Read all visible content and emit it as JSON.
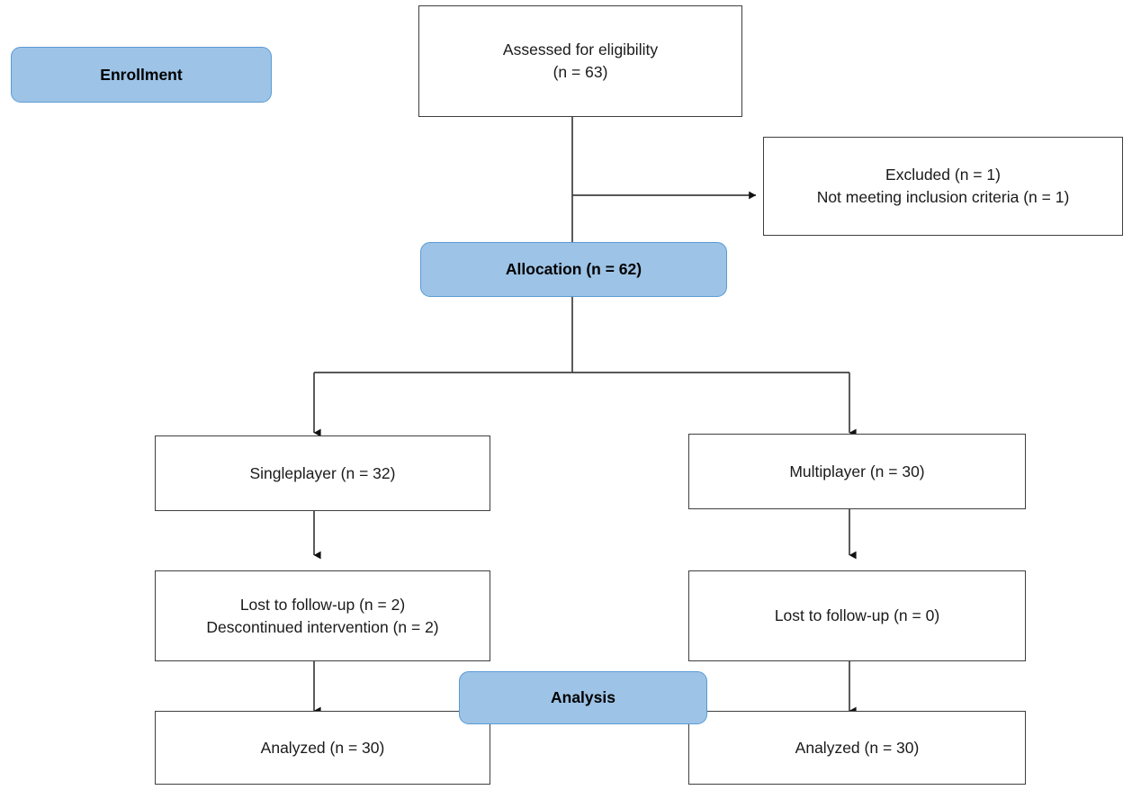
{
  "diagram": {
    "title": "CONSORT participant flow diagram",
    "colors": {
      "badge_fill": "#9DC3E6",
      "badge_border": "#5B9BD5",
      "box_border": "#3F3F3F",
      "background": "#FFFFFF",
      "text": "#1A1A1A"
    },
    "stages": {
      "enrollment": "Enrollment",
      "allocation": "Allocation (n = 62)",
      "analysis": "Analysis"
    },
    "boxes": {
      "assessed": {
        "line1": "Assessed for eligibility",
        "line2": "(n = 63)"
      },
      "excluded": {
        "line1": "Excluded (n = 1)",
        "line2": "Not meeting inclusion criteria (n = 1)"
      },
      "singleplayer": {
        "line1": "Singleplayer (n = 32)"
      },
      "multiplayer": {
        "line1": "Multiplayer (n = 30)"
      },
      "singleplayer_followup": {
        "line1": "Lost to follow-up  (n = 2)",
        "line2": "Descontinued intervention  (n = 2)"
      },
      "multiplayer_followup": {
        "line1": "Lost to follow-up  (n = 0)"
      },
      "singleplayer_analyzed": {
        "line1": "Analyzed  (n = 30)"
      },
      "multiplayer_analyzed": {
        "line1": "Analyzed  (n = 30)"
      }
    },
    "chart_data": {
      "type": "diagram",
      "flow": "CONSORT",
      "nodes": [
        {
          "id": "assessed",
          "label": "Assessed for eligibility (n = 63)",
          "n": 63,
          "stage": "Enrollment"
        },
        {
          "id": "excluded",
          "label": "Excluded (n = 1) / Not meeting inclusion criteria (n = 1)",
          "n": 1,
          "stage": "Enrollment"
        },
        {
          "id": "allocation",
          "label": "Allocation (n = 62)",
          "n": 62,
          "stage": "Allocation"
        },
        {
          "id": "singleplayer",
          "label": "Singleplayer (n = 32)",
          "n": 32,
          "arm": "Singleplayer"
        },
        {
          "id": "multiplayer",
          "label": "Multiplayer (n = 30)",
          "n": 30,
          "arm": "Multiplayer"
        },
        {
          "id": "singleplayer_followup",
          "label": "Lost to follow-up (n = 2); Descontinued intervention (n = 2)",
          "n": 2,
          "arm": "Singleplayer"
        },
        {
          "id": "multiplayer_followup",
          "label": "Lost to follow-up (n = 0)",
          "n": 0,
          "arm": "Multiplayer"
        },
        {
          "id": "singleplayer_analyzed",
          "label": "Analyzed (n = 30)",
          "n": 30,
          "arm": "Singleplayer",
          "stage": "Analysis"
        },
        {
          "id": "multiplayer_analyzed",
          "label": "Analyzed (n = 30)",
          "n": 30,
          "arm": "Multiplayer",
          "stage": "Analysis"
        }
      ],
      "edges": [
        {
          "from": "assessed",
          "to": "excluded",
          "direction": "right"
        },
        {
          "from": "assessed",
          "to": "allocation",
          "direction": "down"
        },
        {
          "from": "allocation",
          "to": "singleplayer",
          "direction": "down-left"
        },
        {
          "from": "allocation",
          "to": "multiplayer",
          "direction": "down-right"
        },
        {
          "from": "singleplayer",
          "to": "singleplayer_followup",
          "direction": "down"
        },
        {
          "from": "multiplayer",
          "to": "multiplayer_followup",
          "direction": "down"
        },
        {
          "from": "singleplayer_followup",
          "to": "singleplayer_analyzed",
          "direction": "down"
        },
        {
          "from": "multiplayer_followup",
          "to": "multiplayer_analyzed",
          "direction": "down"
        }
      ]
    }
  }
}
